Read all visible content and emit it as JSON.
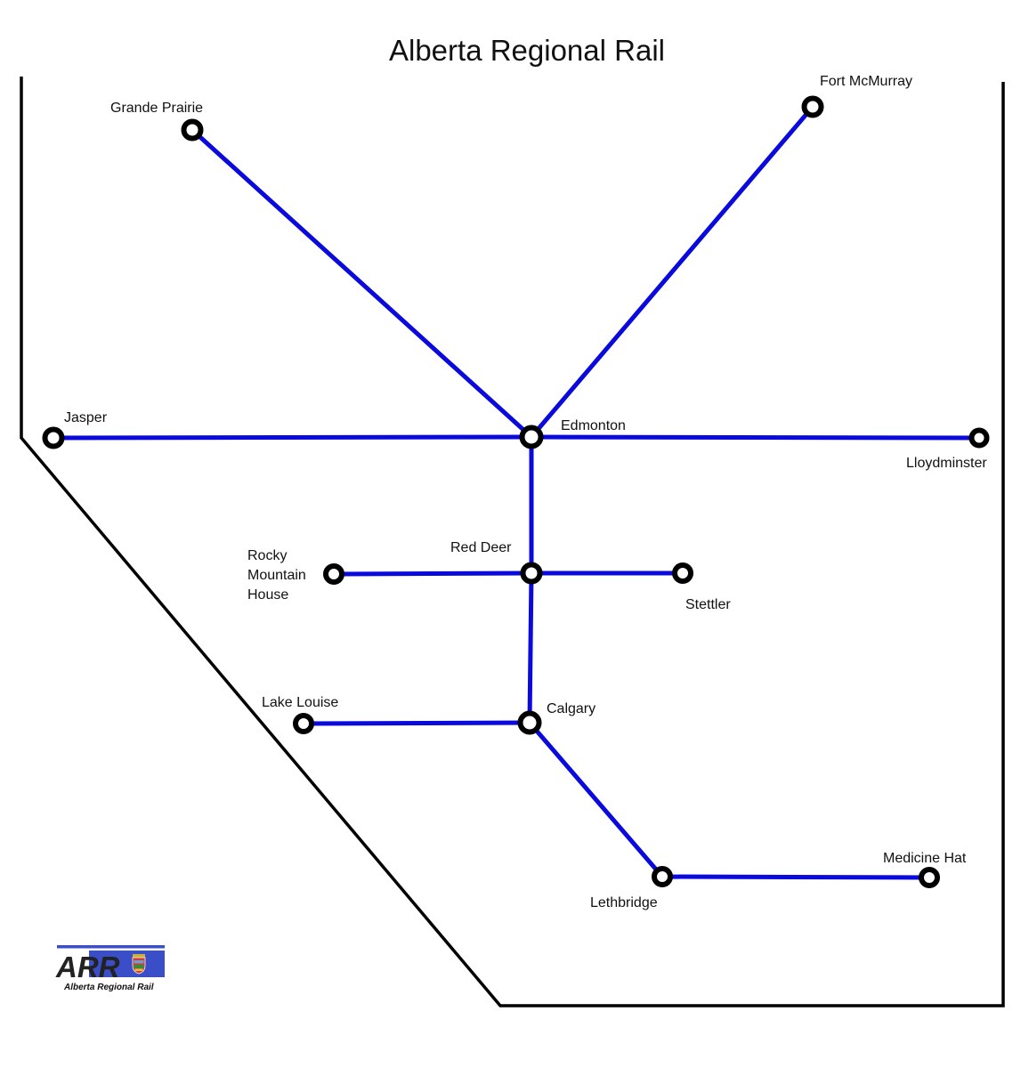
{
  "title": "Alberta Regional Rail",
  "colors": {
    "route_line": "#0a0adc",
    "station_ring": "#000000",
    "station_fill": "#ffffff",
    "border": "#000000",
    "logo_panel": "#3a4ec8"
  },
  "stations": {
    "grande_prairie": "Grande Prairie",
    "fort_mcmurray": "Fort McMurray",
    "jasper": "Jasper",
    "edmonton": "Edmonton",
    "lloydminster": "Lloydminster",
    "rocky_line1": "Rocky",
    "rocky_line2": "Mountain",
    "rocky_line3": "House",
    "red_deer": "Red Deer",
    "stettler": "Stettler",
    "lake_louise": "Lake Louise",
    "calgary": "Calgary",
    "lethbridge": "Lethbridge",
    "medicine_hat": "Medicine Hat"
  },
  "routes": [
    [
      "Edmonton",
      "Grande Prairie"
    ],
    [
      "Edmonton",
      "Fort McMurray"
    ],
    [
      "Edmonton",
      "Jasper"
    ],
    [
      "Edmonton",
      "Lloydminster"
    ],
    [
      "Edmonton",
      "Red Deer"
    ],
    [
      "Red Deer",
      "Rocky Mountain House"
    ],
    [
      "Red Deer",
      "Stettler"
    ],
    [
      "Red Deer",
      "Calgary"
    ],
    [
      "Calgary",
      "Lake Louise"
    ],
    [
      "Calgary",
      "Lethbridge"
    ],
    [
      "Lethbridge",
      "Medicine Hat"
    ]
  ],
  "logo": {
    "mark": "ARR",
    "caption": "Alberta Regional Rail"
  }
}
